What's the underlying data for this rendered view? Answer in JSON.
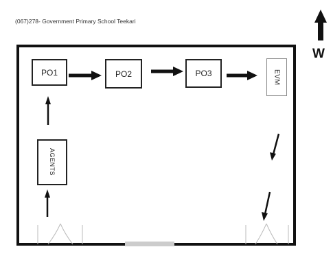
{
  "header": {
    "title": "(067)278-  Government Primary School Teekari",
    "compass_label": "W"
  },
  "diagram": {
    "stations": {
      "po1": "PO1",
      "po2": "PO2",
      "po3": "PO3",
      "evm": "EVM",
      "agents": "AGENTS"
    },
    "colors": {
      "stroke": "#111111",
      "door": "#cccccc"
    }
  }
}
